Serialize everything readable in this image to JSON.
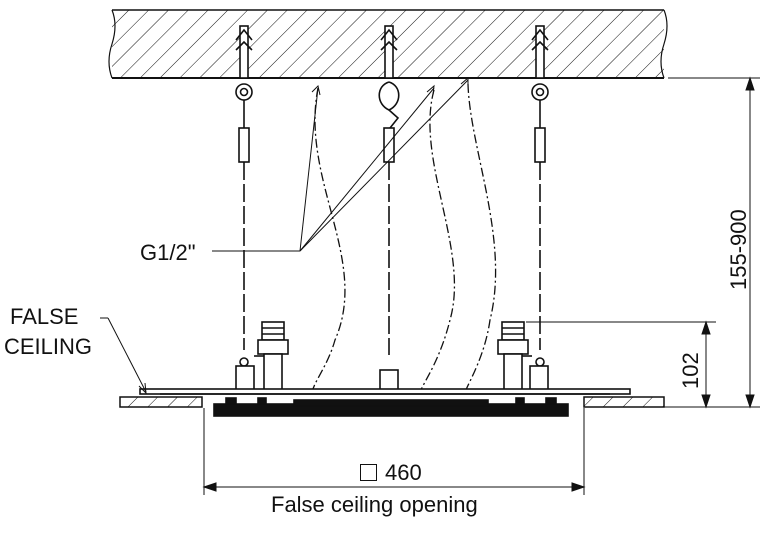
{
  "labels": {
    "pipe_thread": "G1/2\"",
    "false_ceiling_line1": "FALSE",
    "false_ceiling_line2": "CEILING",
    "drop_range": "155-900",
    "box_height": "102",
    "opening_size": "460",
    "opening_caption": "False ceiling opening"
  },
  "colors": {
    "line": "#111111",
    "background": "#ffffff"
  }
}
